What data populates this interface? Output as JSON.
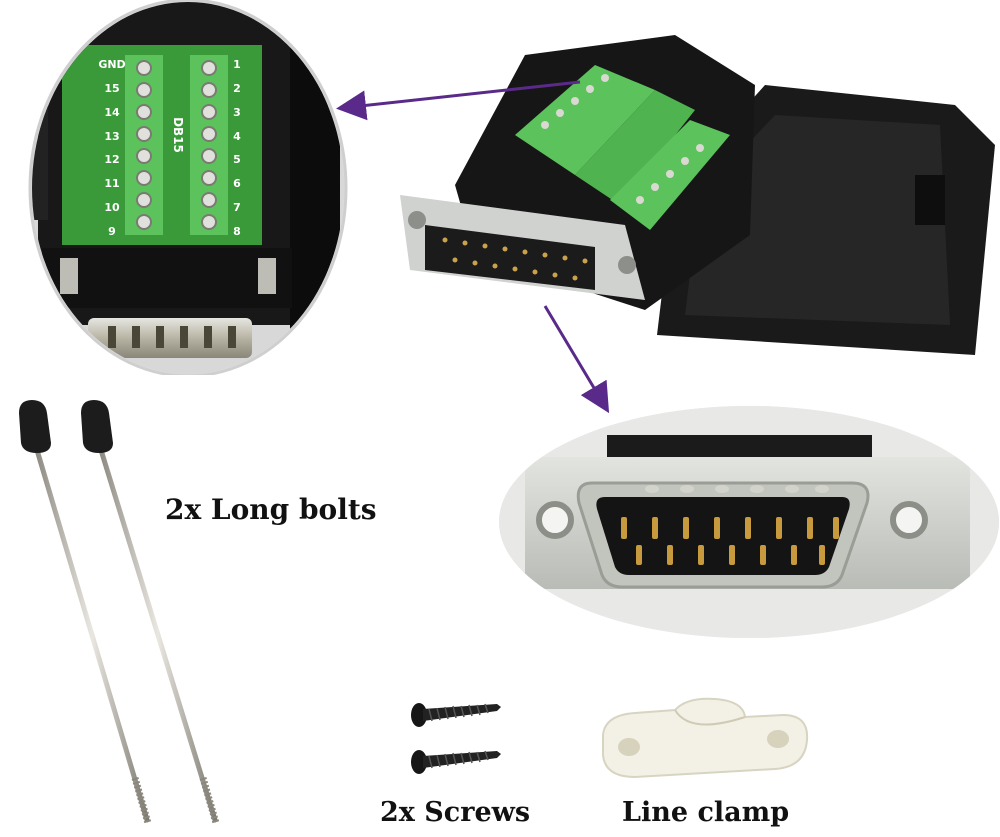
{
  "captions": {
    "long_bolts": "2x Long bolts",
    "screws": "2x Screws",
    "line_clamp": "Line clamp"
  },
  "pcb": {
    "model_label": "DB15",
    "terminal_left_labels": [
      "GND",
      "15",
      "14",
      "13",
      "12",
      "11",
      "10",
      "9"
    ],
    "terminal_right_labels": [
      "1",
      "2",
      "3",
      "4",
      "5",
      "6",
      "7",
      "8"
    ]
  },
  "colors": {
    "pcb_green": "#3a9a3a",
    "terminal_green": "#5cc25c",
    "housing_black": "#1a1a1a",
    "connector_steel": "#c9ccc9",
    "arrow_purple": "#5a2a8a",
    "clamp_white": "#f3f1e6"
  },
  "icons": {
    "callout_arrow": "arrow-icon"
  }
}
